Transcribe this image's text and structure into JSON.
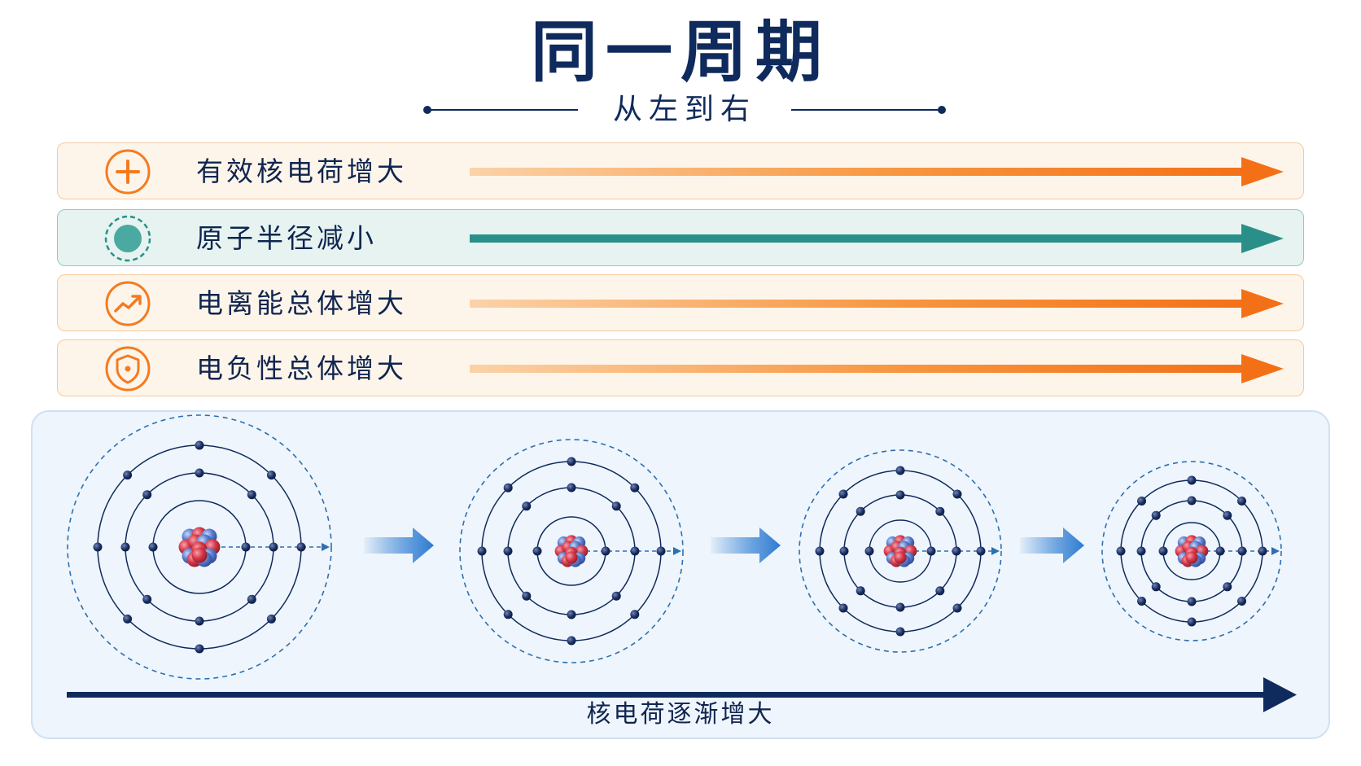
{
  "title": "同一周期",
  "subtitle": "从左到右",
  "trends": [
    {
      "label": "有效核电荷增大",
      "icon": "plus-circle-icon",
      "theme": "orange"
    },
    {
      "label": "原子半径减小",
      "icon": "atom-radius-icon",
      "theme": "teal"
    },
    {
      "label": "电离能总体增大",
      "icon": "trend-up-icon",
      "theme": "orange"
    },
    {
      "label": "电负性总体增大",
      "icon": "shield-icon",
      "theme": "orange"
    }
  ],
  "atoms": [
    {
      "shells": [
        8,
        8,
        2
      ]
    },
    {
      "shells": [
        8,
        8,
        2
      ]
    },
    {
      "shells": [
        8,
        8,
        2
      ]
    },
    {
      "shells": [
        8,
        8,
        2
      ]
    }
  ],
  "bottom_label": "核电荷逐渐增大",
  "colors": {
    "navy": "#0f2a5c",
    "orange": "#f47b20",
    "orange_light": "#f9c896",
    "teal": "#2a8f88",
    "blue_arrow": "#2c7bd0",
    "proton": "#d8394a",
    "neutron": "#5b7fd0",
    "electron": "#0f2a5c",
    "dashed": "#2e6fb0"
  }
}
